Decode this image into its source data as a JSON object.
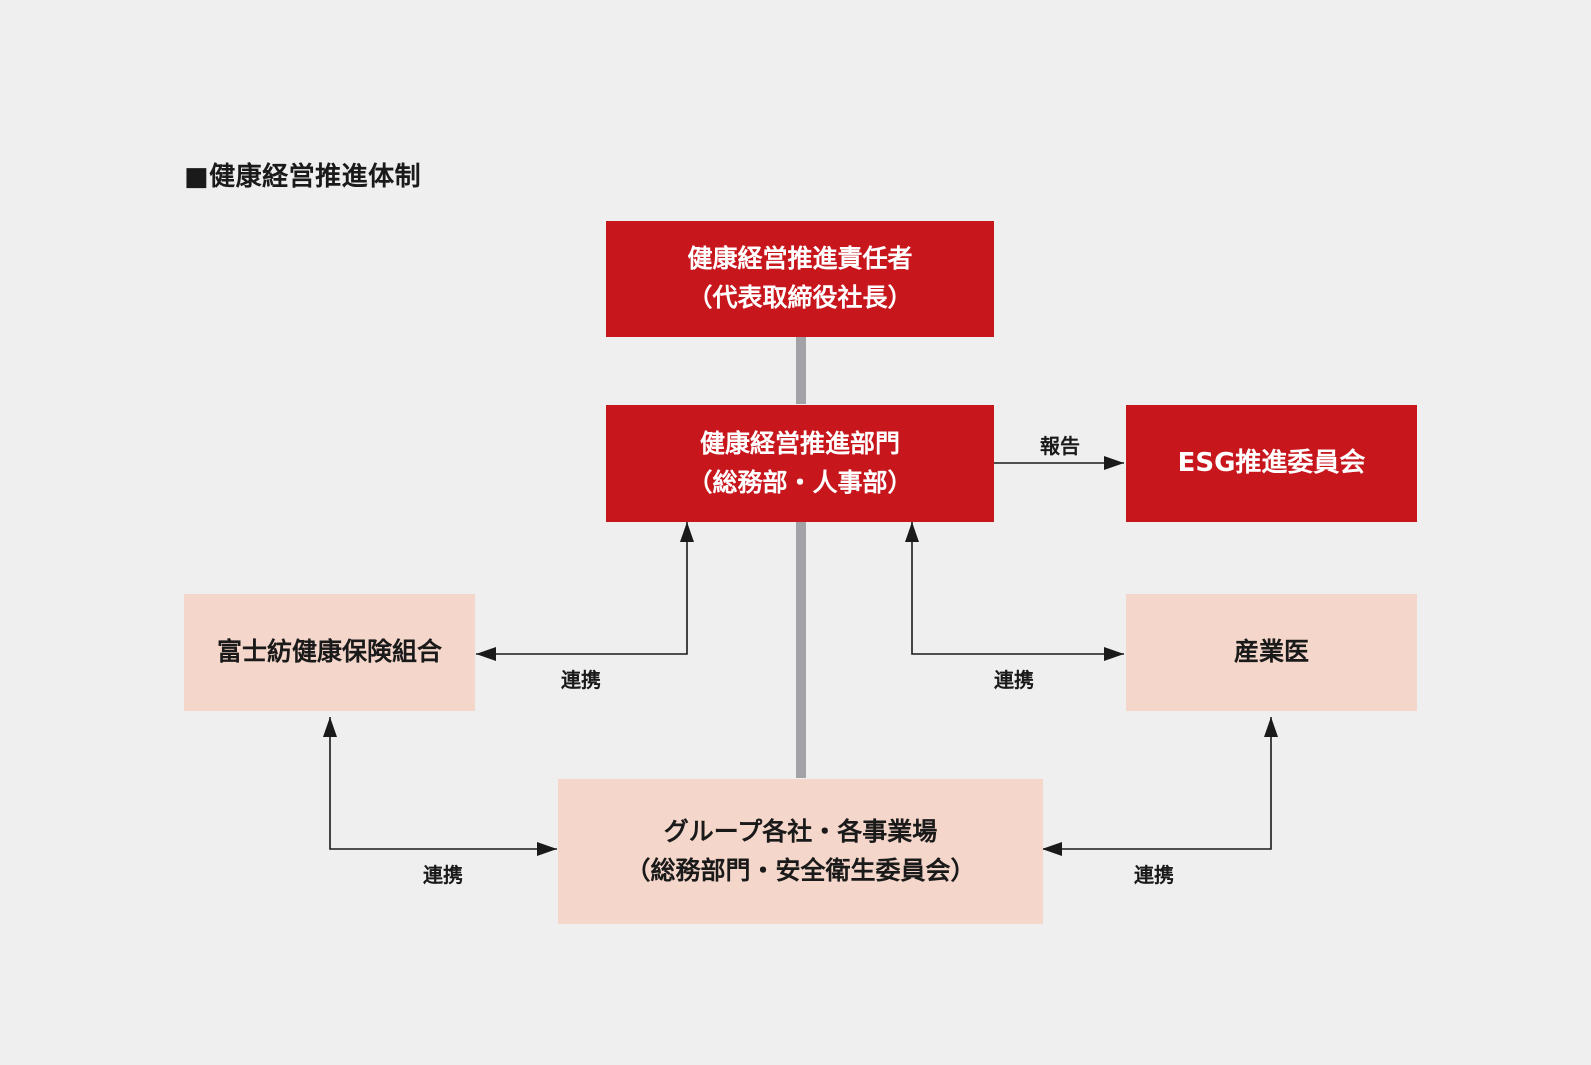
{
  "title": "■健康経営推進体制",
  "colors": {
    "background": "#efefef",
    "primary_box": "#c8161d",
    "secondary_box": "#f5d6ca",
    "trunk_line": "#a3a3a7",
    "arrow": "#1a1a1a"
  },
  "nodes": {
    "leader": {
      "line1": "健康経営推進責任者",
      "line2": "（代表取締役社長）"
    },
    "department": {
      "line1": "健康経営推進部門",
      "line2": "（総務部・人事部）"
    },
    "esg": {
      "line1": "ESG推進委員会"
    },
    "health_insurance": {
      "line1": "富士紡健康保険組合"
    },
    "occupational_physician": {
      "line1": "産業医"
    },
    "group": {
      "line1": "グループ各社・各事業場",
      "line2": "（総務部門・安全衛生委員会）"
    }
  },
  "edges": {
    "report": "報告",
    "coop_insurance_dept": "連携",
    "coop_physician_dept": "連携",
    "coop_insurance_group": "連携",
    "coop_physician_group": "連携"
  }
}
